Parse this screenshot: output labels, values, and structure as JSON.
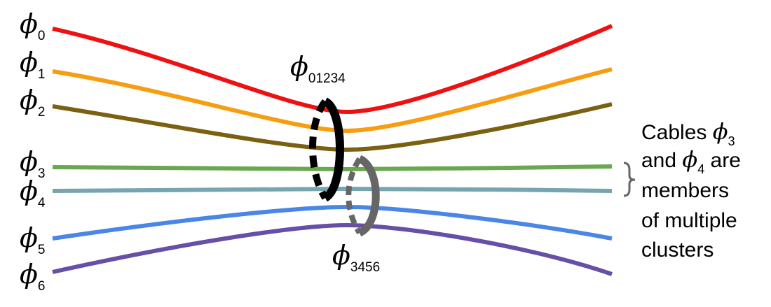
{
  "phi_symbol": "ϕ",
  "cables": [
    {
      "label": "0",
      "color": "#ee1111"
    },
    {
      "label": "1",
      "color": "#f89c10"
    },
    {
      "label": "2",
      "color": "#7a6010"
    },
    {
      "label": "3",
      "color": "#6aa84f"
    },
    {
      "label": "4",
      "color": "#76a5af"
    },
    {
      "label": "5",
      "color": "#4a86e8"
    },
    {
      "label": "6",
      "color": "#674ea7"
    }
  ],
  "clusters": [
    {
      "label": "01234",
      "color": "#000000"
    },
    {
      "label": "3456",
      "color": "#666666"
    }
  ],
  "note": {
    "line1": "Cables ",
    "phi": "ϕ",
    "sub1": "3",
    "line2_pre": "and ",
    "sub2": "4",
    "line2_post": " are",
    "line3": "members",
    "line4": "of multiple",
    "line5": "clusters",
    "brace_color": "#666666"
  }
}
